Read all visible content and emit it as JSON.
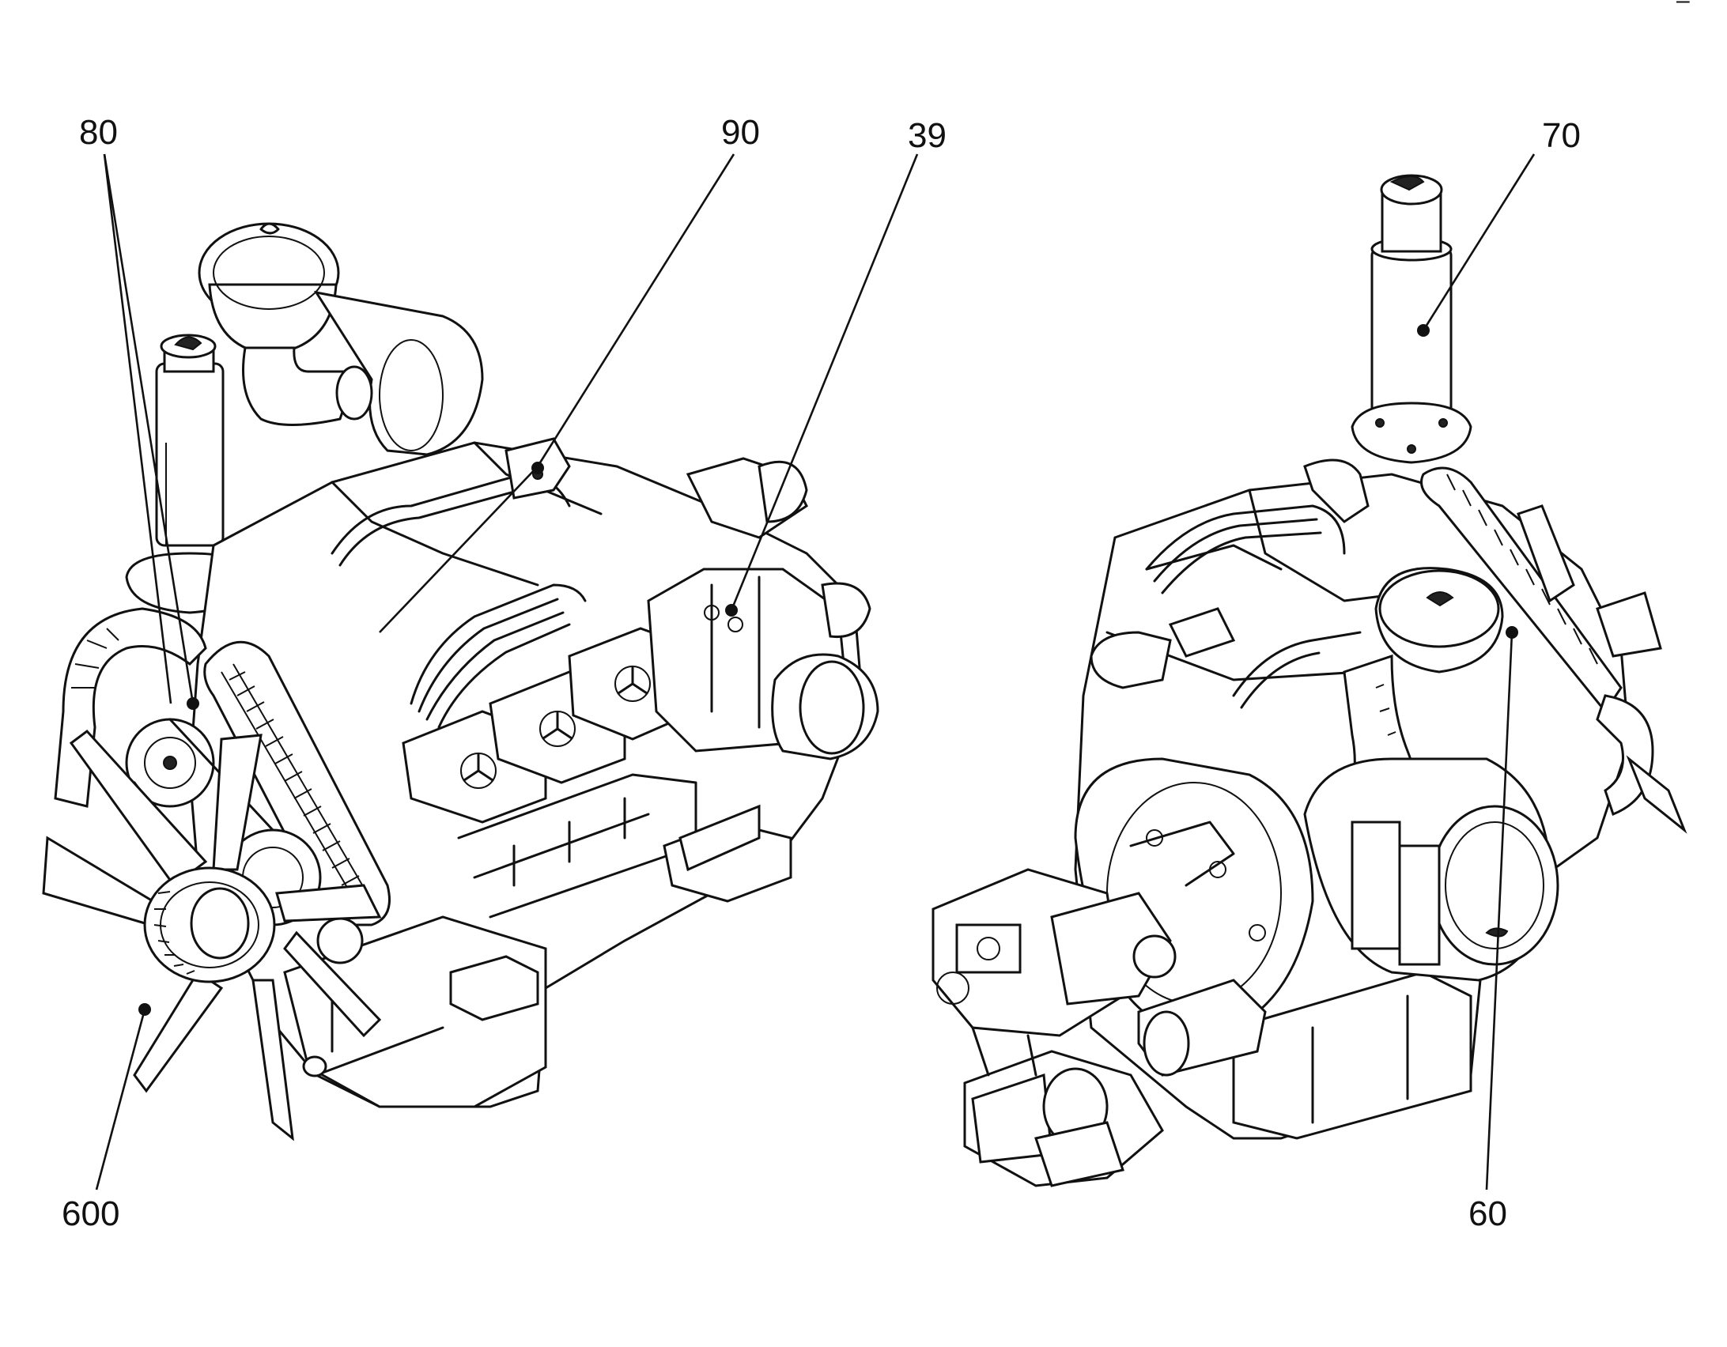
{
  "figure": {
    "corner_mark": "–"
  },
  "callouts": [
    {
      "id": "80",
      "label": "80"
    },
    {
      "id": "90",
      "label": "90"
    },
    {
      "id": "39",
      "label": "39"
    },
    {
      "id": "70",
      "label": "70"
    },
    {
      "id": "600",
      "label": "600"
    },
    {
      "id": "60",
      "label": "60"
    }
  ],
  "views": [
    {
      "name": "engine-front-left-view"
    },
    {
      "name": "engine-rear-right-view"
    }
  ]
}
